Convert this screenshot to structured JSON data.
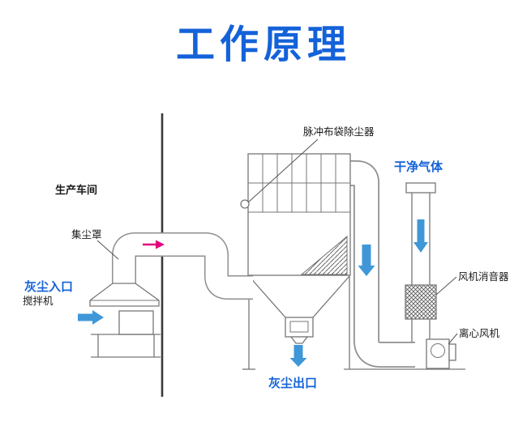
{
  "title": "工作原理",
  "colors": {
    "title_blue": "#1462d9",
    "label_blue": "#1462d9",
    "arrow_blue": "#3f97d8",
    "pink": "#e5017d"
  },
  "diagram": {
    "labels": {
      "workshop": "生产车间",
      "dust_hood": "集尘罩",
      "dust_inlet": "灰尘入口",
      "mixer": "搅拌机",
      "pulse_bag_filter": "脉冲布袋除尘器",
      "clean_gas": "干净气体",
      "fan_silencer": "风机消音器",
      "centrifugal_fan": "离心风机",
      "dust_outlet": "灰尘出口"
    }
  }
}
